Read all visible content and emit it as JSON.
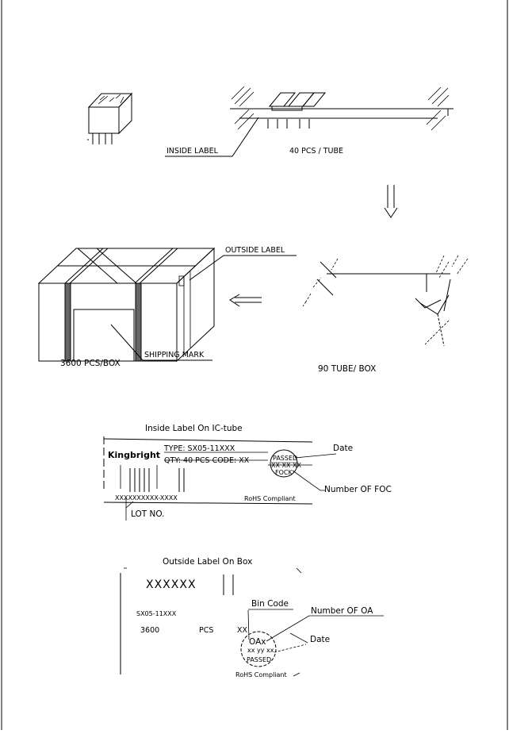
{
  "packaging": {
    "inside_label_caption": "INSIDE LABEL",
    "pcs_per_tube": "40 PCS / TUBE",
    "outside_label_caption": "OUTSIDE LABEL",
    "shipping_mark_caption": "SHIPPING MARK",
    "pcs_per_box": "3600 PCS/BOX",
    "tubes_per_box": "90 TUBE/ BOX"
  },
  "inside_label": {
    "heading": "Inside Label On IC-tube",
    "brand": "Kingbright",
    "type_line": "TYPE: SX05-11XXX",
    "qty_line": "QTY: 40 PCS CODE: XX",
    "passed_stamp": "PASSED",
    "stamp_codes": "XX  XX  XX",
    "stamp_mark": "FOCK",
    "lot_code": "XXXXXXXXXX-XXXX",
    "rohs": "RoHS Compliant",
    "date_caption": "Date",
    "foc_caption": "Number OF FOC",
    "lot_caption": "LOT NO."
  },
  "outside_label": {
    "heading": "Outside Label On Box",
    "code": "XXXXXX",
    "part": "SX05-11XXX",
    "quantity": "3600",
    "unit": "PCS",
    "bin_value": "XX",
    "bin_caption": "Bin Code",
    "oa_caption": "Number OF OA",
    "stamp_code": "OAx",
    "stamp_small": "xx  yy  xx",
    "stamp_text": "PASSED",
    "date_caption": "Date",
    "rohs": "RoHS Compliant"
  }
}
